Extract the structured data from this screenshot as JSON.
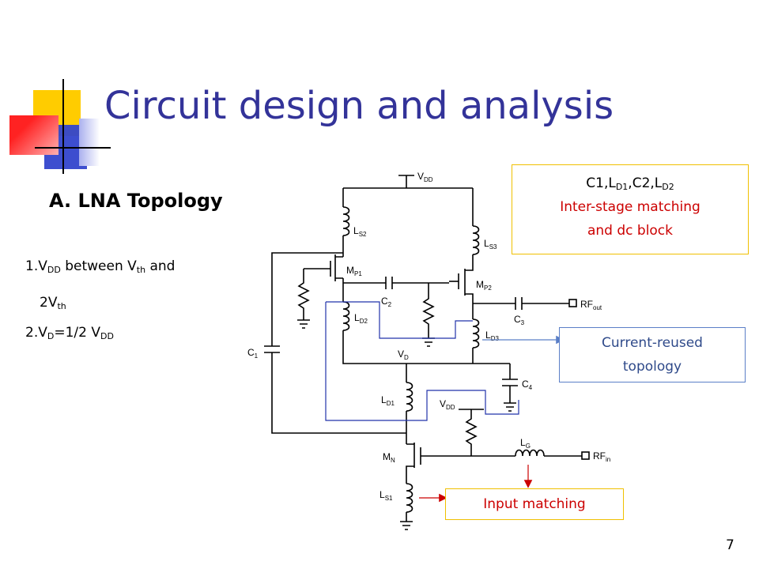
{
  "slide": {
    "title": "Circuit design and analysis",
    "subtitle": "A. LNA Topology",
    "page_number": "7"
  },
  "bullets": [
    {
      "prefix": "1.V",
      "sub1": "DD",
      "mid": " between V",
      "sub2": "th",
      "suffix": " and"
    },
    {
      "prefix": "2V",
      "sub1": "th"
    },
    {
      "prefix": "2.V",
      "sub1": "D",
      "mid": "=1/2 V",
      "sub2": "DD"
    }
  ],
  "callouts": {
    "interstage": {
      "line1": {
        "t1": "C1,L",
        "s1": "D1",
        "t2": ",C2,L",
        "s2": "D2"
      },
      "line2": "Inter-stage matching",
      "line3": "and dc block"
    },
    "current_reused": {
      "line1": "Current-reused",
      "line2": "topology"
    },
    "input_matching": "Input matching"
  },
  "circuit_labels": {
    "vdd": "V",
    "vdd_sub": "DD",
    "ls2": "L",
    "ls2_sub": "S2",
    "ls3": "L",
    "ls3_sub": "S3",
    "mp1": "M",
    "mp1_sub": "P1",
    "mp2": "M",
    "mp2_sub": "P2",
    "c2": "C",
    "c2_sub": "2",
    "c3": "C",
    "c3_sub": "3",
    "c1": "C",
    "c1_sub": "1",
    "c4": "C",
    "c4_sub": "4",
    "ld2": "L",
    "ld2_sub": "D2",
    "ld3": "L",
    "ld3_sub": "D3",
    "ld1": "L",
    "ld1_sub": "D1",
    "vd": "V",
    "vd_sub": "D",
    "vdd2": "V",
    "vdd2_sub": "DD",
    "mn": "M",
    "mn_sub": "N",
    "ls1": "L",
    "ls1_sub": "S1",
    "lg": "L",
    "lg_sub": "G",
    "rfout": "RF",
    "rfout_sub": "out",
    "rfin": "RF",
    "rfin_sub": "in"
  },
  "colors": {
    "title": "#333399",
    "deco_yellow": "#ffcc00",
    "deco_blue": "#3333cc",
    "deco_red": "#ff3333",
    "callout_red": "#cc0000",
    "callout_blue": "#2f4a8a",
    "wire_blue": "#2233aa",
    "arrow_blue": "#5b7fc7"
  }
}
